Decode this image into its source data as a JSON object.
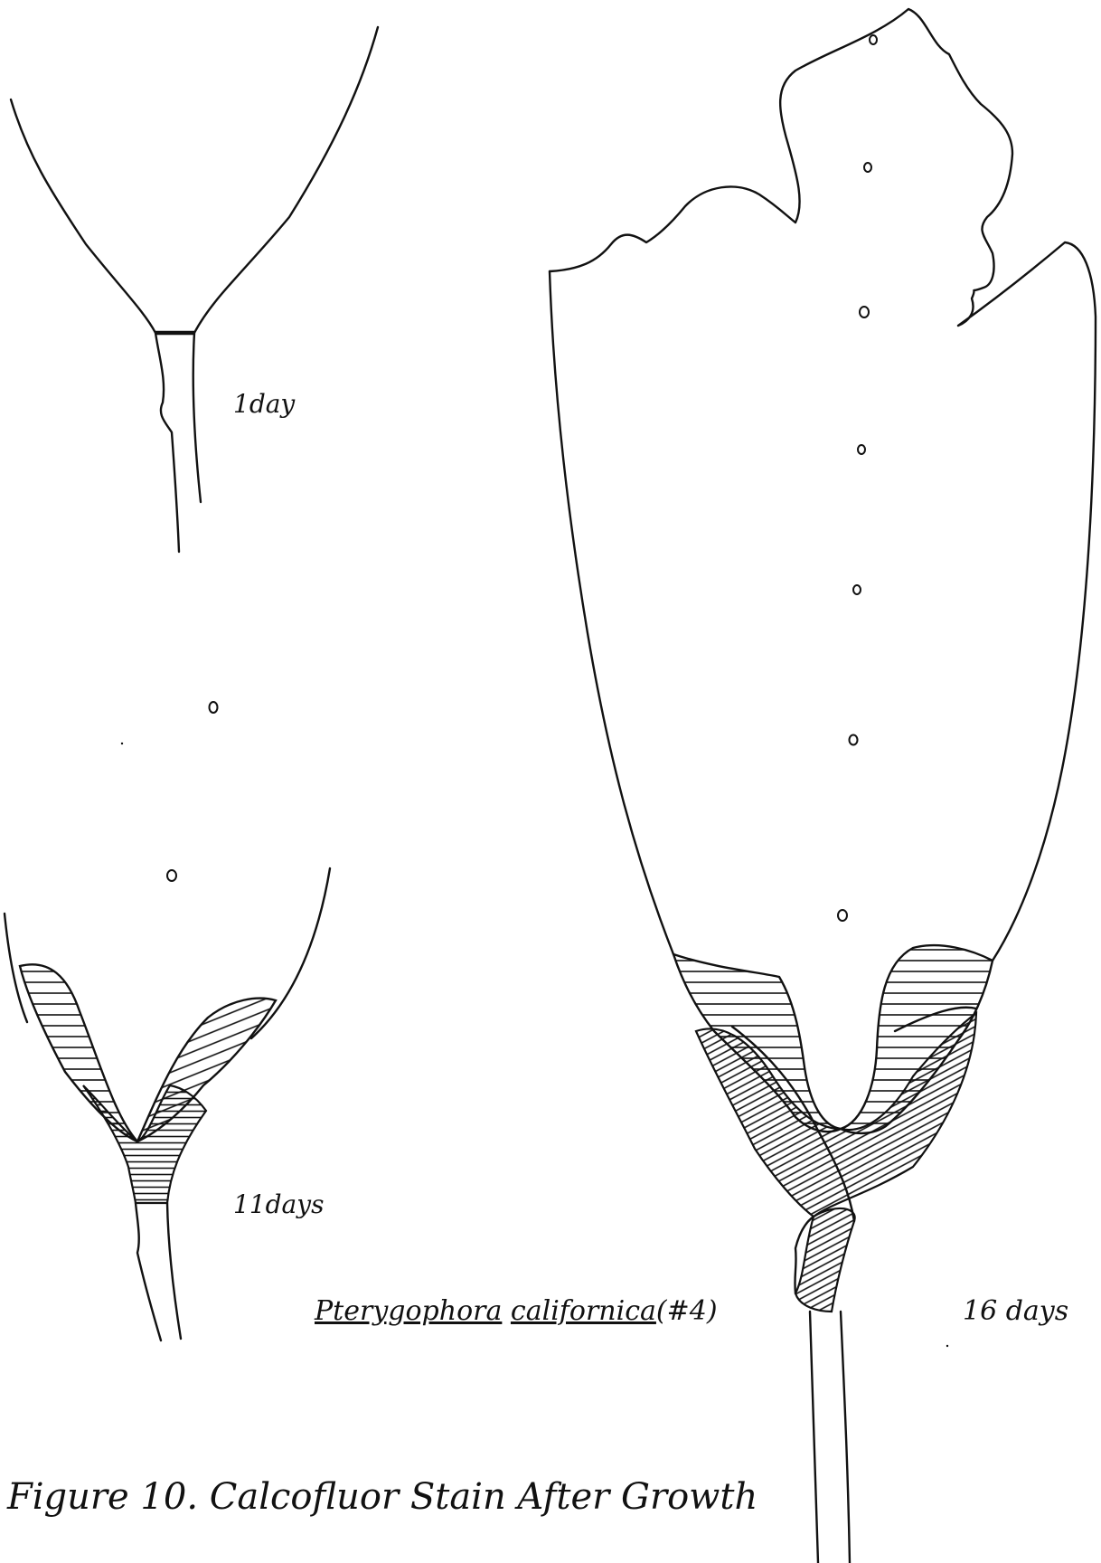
{
  "labels": {
    "day1": "1day",
    "day11": "11days",
    "day16": "16 days",
    "genus": "Pterygophora",
    "species": "californica",
    "specimen": "(#4)",
    "caption": "Figure 10. Calcofluor Stain After Growth"
  },
  "ink_color": "#111111",
  "stages": [
    {
      "label": "1day",
      "markers": 0
    },
    {
      "label": "11days",
      "markers": 2
    },
    {
      "label": "16 days",
      "markers": 7
    }
  ]
}
